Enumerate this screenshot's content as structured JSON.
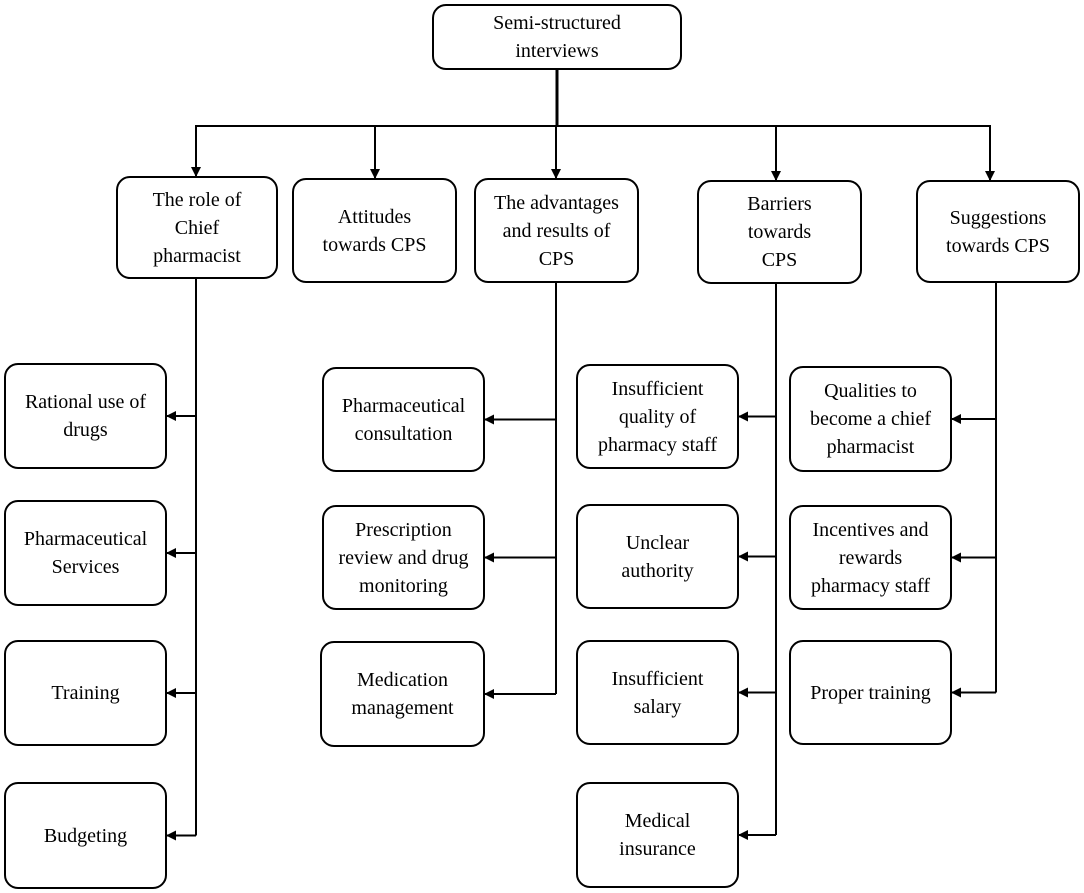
{
  "root": {
    "lines": [
      "Semi-structured",
      "interviews"
    ]
  },
  "categories": [
    {
      "id": "role",
      "lines": [
        "The role of",
        "Chief",
        "pharmacist"
      ],
      "children": [
        {
          "lines": [
            "Rational use of",
            "drugs"
          ]
        },
        {
          "lines": [
            "Pharmaceutical",
            "Services"
          ]
        },
        {
          "lines": [
            "Training"
          ]
        },
        {
          "lines": [
            "Budgeting"
          ]
        }
      ]
    },
    {
      "id": "attitudes",
      "lines": [
        "Attitudes",
        "towards CPS"
      ],
      "children": []
    },
    {
      "id": "advantages",
      "lines": [
        "The advantages",
        "and results of",
        "CPS"
      ],
      "children": [
        {
          "lines": [
            "Pharmaceutical",
            "consultation"
          ]
        },
        {
          "lines": [
            "Prescription",
            "review and drug",
            "monitoring"
          ]
        },
        {
          "lines": [
            "Medication",
            "management"
          ]
        }
      ]
    },
    {
      "id": "barriers",
      "lines": [
        "Barriers",
        "towards",
        "CPS"
      ],
      "children": [
        {
          "lines": [
            "Insufficient",
            "quality of",
            "pharmacy staff"
          ]
        },
        {
          "lines": [
            "Unclear",
            "authority"
          ]
        },
        {
          "lines": [
            "Insufficient",
            "salary"
          ]
        },
        {
          "lines": [
            "Medical",
            "insurance"
          ]
        }
      ]
    },
    {
      "id": "suggestions",
      "lines": [
        "Suggestions",
        "towards CPS"
      ],
      "children": [
        {
          "lines": [
            "Qualities to",
            "become a chief",
            "pharmacist"
          ]
        },
        {
          "lines": [
            "Incentives and",
            "rewards",
            "pharmacy staff"
          ]
        },
        {
          "lines": [
            "Proper training"
          ]
        }
      ]
    }
  ]
}
